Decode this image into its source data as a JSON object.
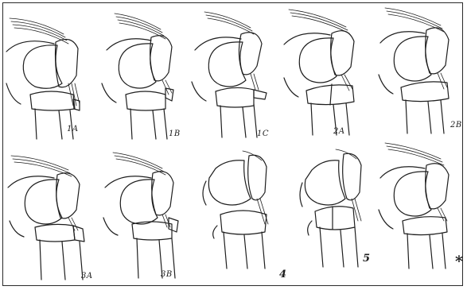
{
  "figure": {
    "panels": [
      {
        "label": "1A"
      },
      {
        "label": "1B"
      },
      {
        "label": "1C"
      },
      {
        "label": "2A"
      },
      {
        "label": "2B"
      },
      {
        "label": "3A"
      },
      {
        "label": "3B"
      },
      {
        "label": "4"
      },
      {
        "label": "5"
      },
      {
        "label": "*"
      }
    ]
  }
}
